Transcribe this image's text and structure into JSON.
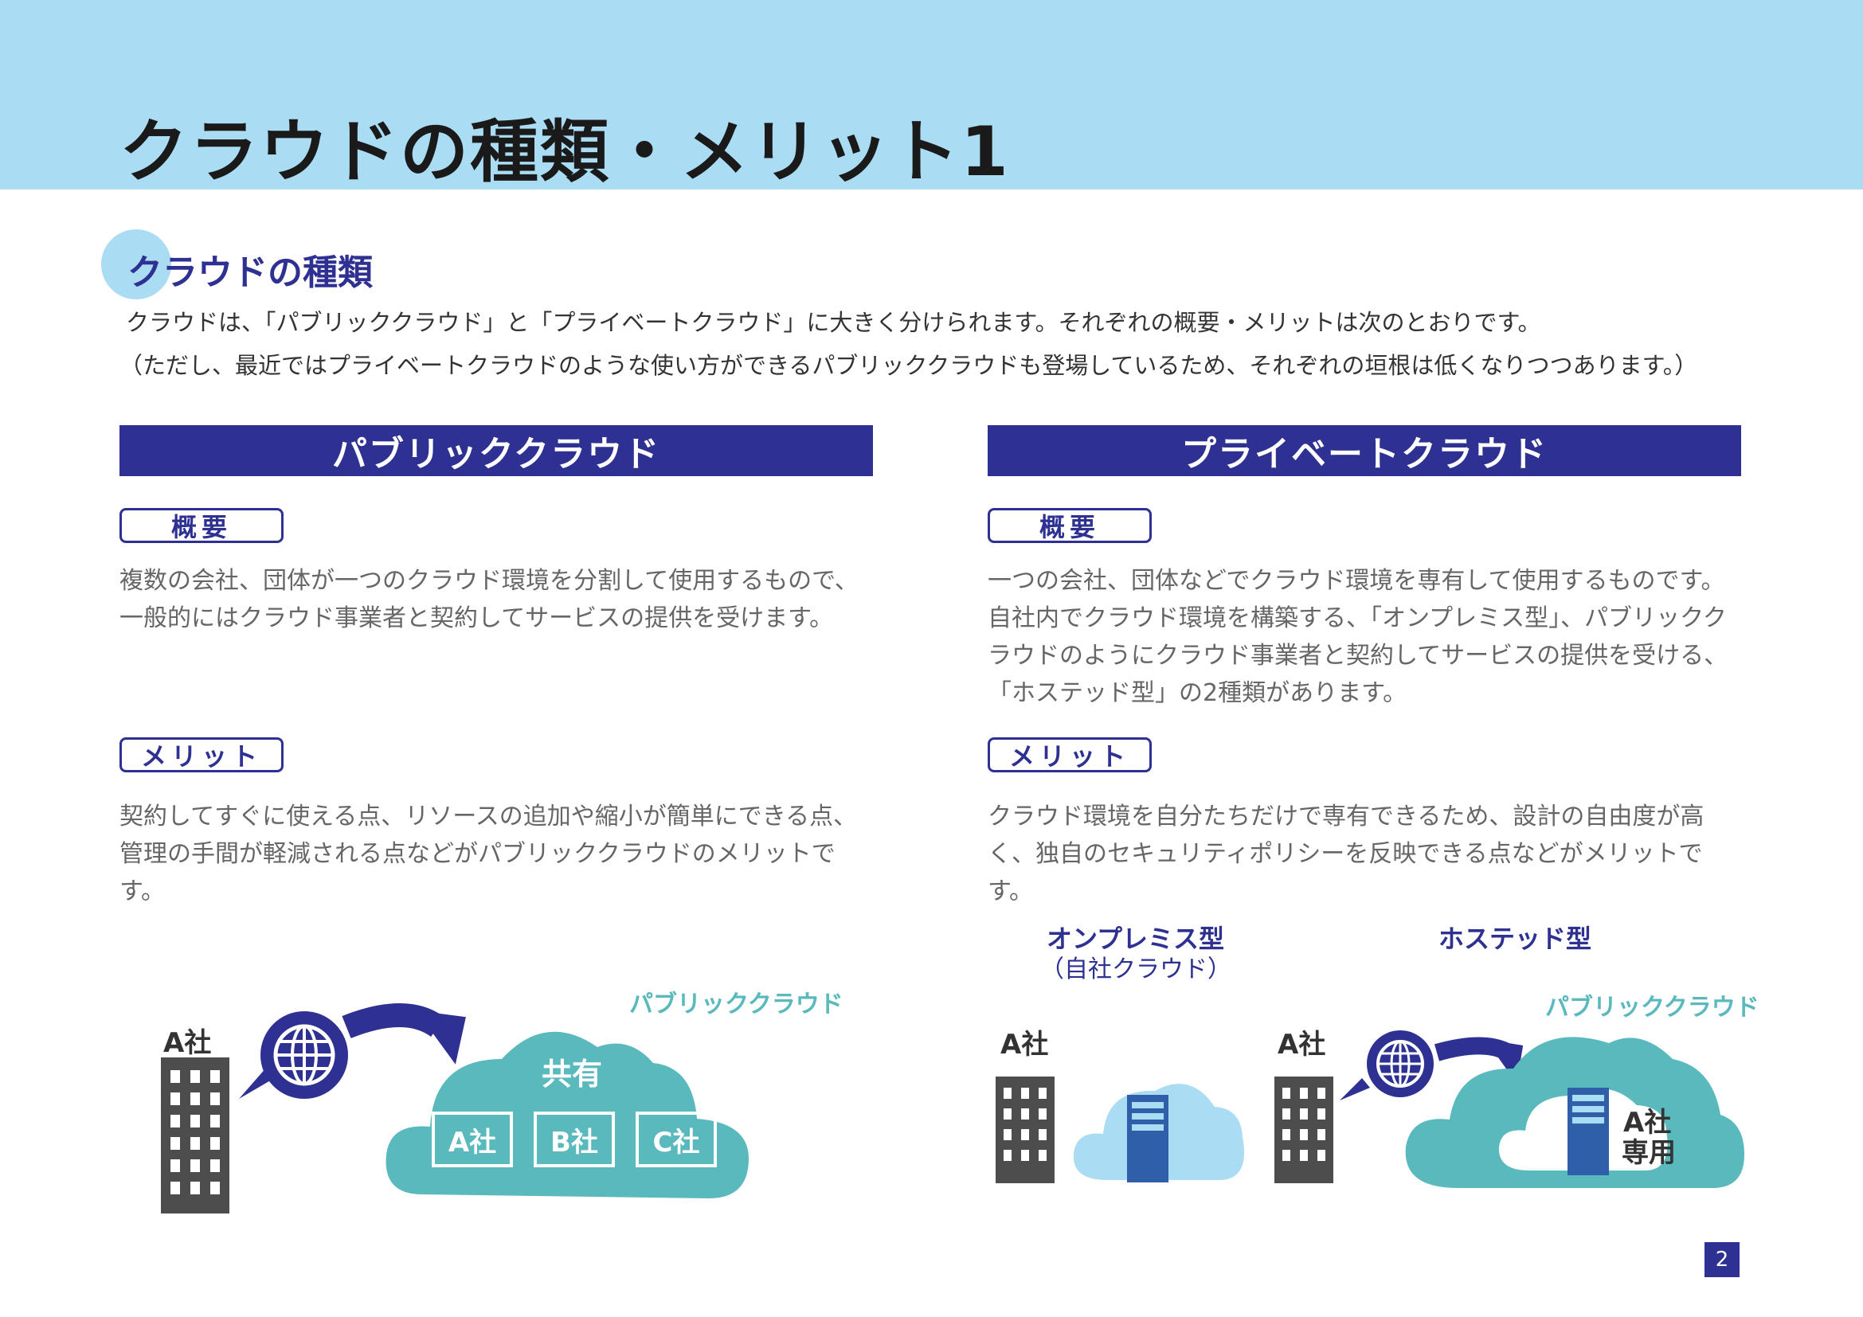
{
  "page": {
    "title": "クラウドの種類・メリット1",
    "number": "2"
  },
  "section": {
    "title": "クラウドの種類",
    "intro_line1": "クラウドは、「パブリッククラウド」と「プライベートクラウド」に大きく分けられます。それぞれの概要・メリットは次のとおりです。",
    "intro_line2": "（ただし、最近ではプライベートクラウドのような使い方ができるパブリッククラウドも登場しているため、それぞれの垣根は低くなりつつあります。）"
  },
  "public": {
    "heading": "パブリッククラウド",
    "overview_label": "概要",
    "overview_text": "複数の会社、団体が一つのクラウド環境を分割して使用するもので、一般的にはクラウド事業者と契約してサービスの提供を受けます。",
    "merit_label": "メリット",
    "merit_text": "契約してすぐに使える点、リソースの追加や縮小が簡単にできる点、管理の手間が軽減される点などがパブリッククラウドのメリットです。",
    "diagram": {
      "company": "A社",
      "cloud_label": "パブリッククラウド",
      "shared_label": "共有",
      "tenants": [
        "A社",
        "B社",
        "C社"
      ]
    }
  },
  "private": {
    "heading": "プライベートクラウド",
    "overview_label": "概要",
    "overview_text": "一つの会社、団体などでクラウド環境を専有して使用するものです。自社内でクラウド環境を構築する、「オンプレミス型」、パブリッククラウドのようにクラウド事業者と契約してサービスの提供を受ける、「ホステッド型」の2種類があります。",
    "merit_label": "メリット",
    "merit_text": "クラウド環境を自分たちだけで専有できるため、設計の自由度が高く、独自のセキュリティポリシーを反映できる点などがメリットです。",
    "onprem": {
      "title": "オンプレミス型",
      "subtitle": "（自社クラウド）",
      "company": "A社"
    },
    "hosted": {
      "title": "ホステッド型",
      "cloud_label": "パブリッククラウド",
      "company": "A社",
      "dedicated_line1": "A社",
      "dedicated_line2": "専用"
    }
  },
  "colors": {
    "header_bg": "#aadcf4",
    "navy": "#2e3192",
    "teal": "#5ab9bd",
    "light_blue": "#aadcf4",
    "building": "#4d4d4d",
    "server": "#2e5fa8"
  }
}
